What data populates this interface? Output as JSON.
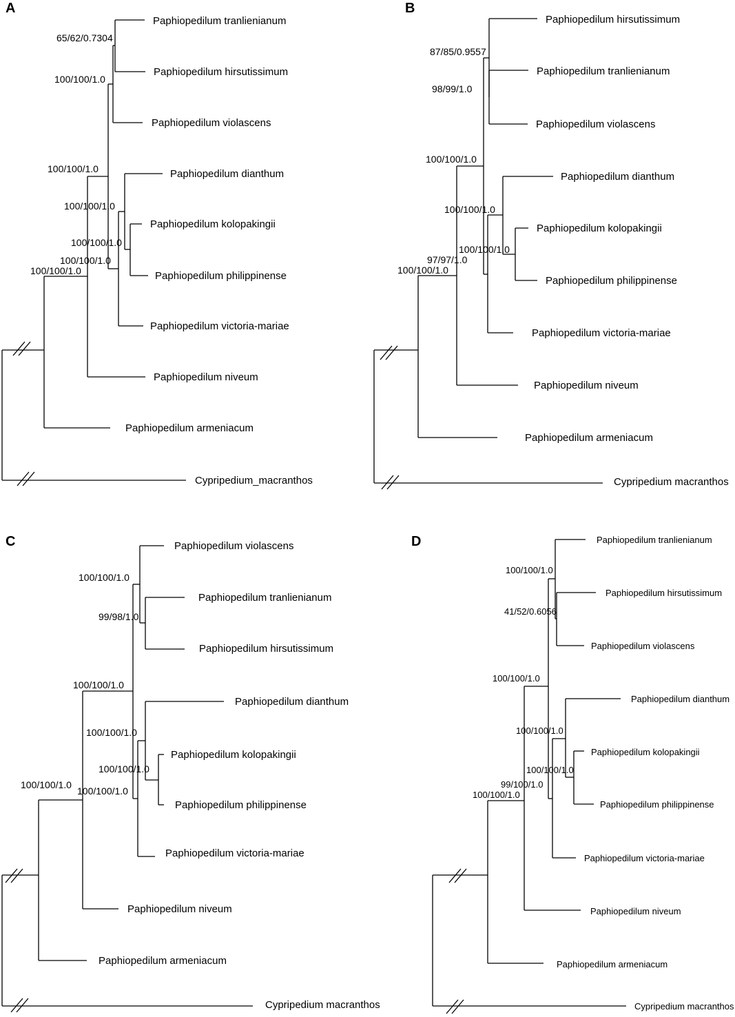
{
  "panels": [
    {
      "letter": "A",
      "taxa": [
        "Paphiopedilum tranlienianum",
        "Paphiopedilum hirsutissimum",
        "Paphiopedilum violascens",
        "Paphiopedilum dianthum",
        "Paphiopedilum kolopakingii",
        "Paphiopedilum philippinense",
        "Paphiopedilum victoria-mariae",
        "Paphiopedilum niveum",
        "Paphiopedilum armeniacum",
        "Cypripedium_macranthos"
      ],
      "supports": [
        "65/62/0.7304",
        "100/100/1.0",
        "100/100/1.0",
        "100/100/1.0",
        "100/100/1.0",
        "100/100/1.0",
        "100/100/1.0"
      ]
    },
    {
      "letter": "B",
      "taxa": [
        "Paphiopedilum hirsutissimum",
        "Paphiopedilum tranlienianum",
        "Paphiopedilum violascens",
        "Paphiopedilum dianthum",
        "Paphiopedilum kolopakingii",
        "Paphiopedilum philippinense",
        "Paphiopedilum victoria-mariae",
        "Paphiopedilum niveum",
        "Paphiopedilum armeniacum",
        "Cypripedium macranthos"
      ],
      "supports": [
        "87/85/0.9557",
        "98/99/1.0",
        "100/100/1.0",
        "100/100/1.0",
        "100/100/1.0",
        "97/97/1.0",
        "100/100/1.0"
      ]
    },
    {
      "letter": "C",
      "taxa": [
        "Paphiopedilum violascens",
        "Paphiopedilum tranlienianum",
        "Paphiopedilum hirsutissimum",
        "Paphiopedilum dianthum",
        "Paphiopedilum kolopakingii",
        "Paphiopedilum philippinense",
        "Paphiopedilum victoria-mariae",
        "Paphiopedilum niveum",
        "Paphiopedilum armeniacum",
        "Cypripedium macranthos"
      ],
      "supports": [
        "100/100/1.0",
        "99/98/1.0",
        "100/100/1.0",
        "100/100/1.0",
        "100/100/1.0",
        "100/100/1.0",
        "100/100/1.0"
      ]
    },
    {
      "letter": "D",
      "taxa": [
        "Paphiopedilum tranlienianum",
        "Paphiopedilum hirsutissimum",
        "Paphiopedilum violascens",
        "Paphiopedilum dianthum",
        "Paphiopedilum kolopakingii",
        "Paphiopedilum philippinense",
        "Paphiopedilum victoria-mariae",
        "Paphiopedilum niveum",
        "Paphiopedilum armeniacum",
        "Cypripedium macranthos"
      ],
      "supports": [
        "100/100/1.0",
        "41/52/0.6056",
        "100/100/1.0",
        "100/100/1.0",
        "100/100/1.0",
        "99/100/1.0",
        "100/100/1.0"
      ]
    }
  ]
}
